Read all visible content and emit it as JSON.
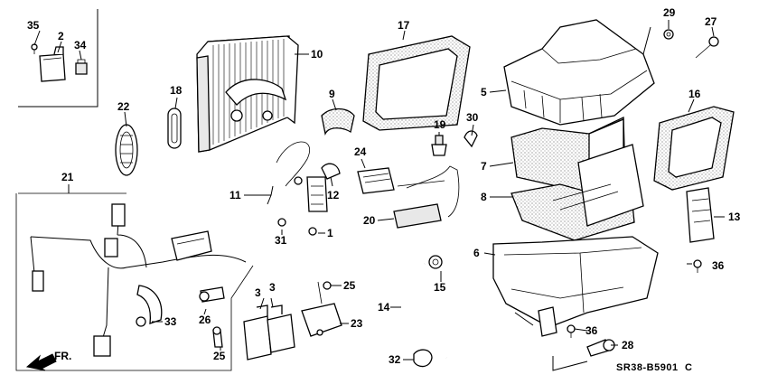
{
  "diagram": {
    "code": "SR38-B5901",
    "code_suffix": "C",
    "direction_label": "FR."
  },
  "callouts": {
    "c35": "35",
    "c2": "2",
    "c34": "34",
    "c10": "10",
    "c18": "18",
    "c22": "22",
    "c9": "9",
    "c17": "17",
    "c19": "19",
    "c30": "30",
    "c5": "5",
    "c29": "29",
    "c27": "27",
    "c16": "16",
    "c7": "7",
    "c8": "8",
    "c24": "24",
    "c12": "12",
    "c11": "11",
    "c21": "21",
    "c20": "20",
    "c31": "31",
    "c1": "1",
    "c13": "13",
    "c6": "6",
    "c36a": "36",
    "c15": "15",
    "c25a": "25",
    "c3a": "3",
    "c3b": "3",
    "c14": "14",
    "c26": "26",
    "c33": "33",
    "c23": "23",
    "c25b": "25",
    "c36b": "36",
    "c28": "28",
    "c32": "32"
  }
}
